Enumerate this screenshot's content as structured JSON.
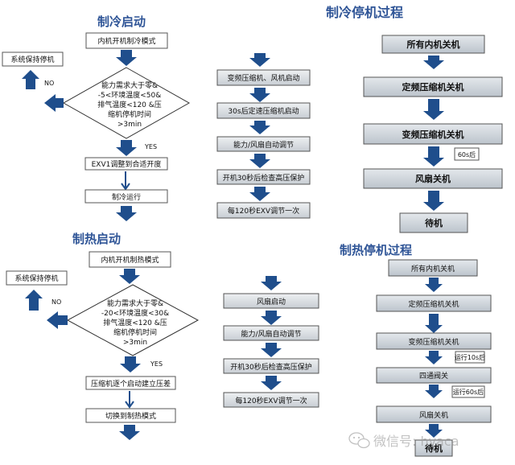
{
  "cooling_start": {
    "title": "制冷启动",
    "left": {
      "start_mode": "内机开机制冷模式",
      "decision": [
        "能力需求大于零&",
        "-5<环境温度<50&",
        "排气温度<120 &压",
        "缩机停机时间",
        ">3min"
      ],
      "yes": "YES",
      "no": "NO",
      "keep_stop": "系统保持停机",
      "exv_adjust": "EXV1调整到合适开度",
      "run": "制冷运行"
    },
    "right": [
      "变频压缩机、风机启动",
      "30s后定速压缩机启动",
      "能力/风扇自动调节",
      "开机30秒后检查高压保护",
      "每120秒EXV调节一次"
    ]
  },
  "heating_start": {
    "title": "制热启动",
    "left": {
      "start_mode": "内机开机制热模式",
      "decision": [
        "能力需求大于零&",
        "-20<环境温度<30&",
        "排气温度<120 &压",
        "缩机停机时间",
        ">3min"
      ],
      "yes": "YES",
      "no": "NO",
      "keep_stop": "系统保持停机",
      "compressor_start": "压缩机逐个启动建立压差",
      "switch_mode": "切换到制热模式"
    },
    "right": [
      "风扇启动",
      "能力/风扇自动调节",
      "开机30秒后检查高压保护",
      "每120秒EXV调节一次"
    ]
  },
  "cooling_stop": {
    "title": "制冷停机过程",
    "steps": [
      "所有内机关机",
      "定频压缩机关机",
      "变频压缩机关机",
      "风扇关机",
      "待机"
    ],
    "delay": "60s后"
  },
  "heating_stop": {
    "title": "制热停机过程",
    "steps": [
      "所有内机关机",
      "定频压缩机关机",
      "变频压缩机关机",
      "四通阀关",
      "风扇关机",
      "待机"
    ],
    "delays": [
      "运行10s后",
      "运行60s后"
    ]
  },
  "watermark": "微信号: hvaca",
  "colors": {
    "title": "#2f5597",
    "arrow": "#1f4e8c",
    "box_border": "#555555",
    "right_box_fill": "#d4d8dc",
    "stop_box_fill": "#cbd2d8"
  }
}
